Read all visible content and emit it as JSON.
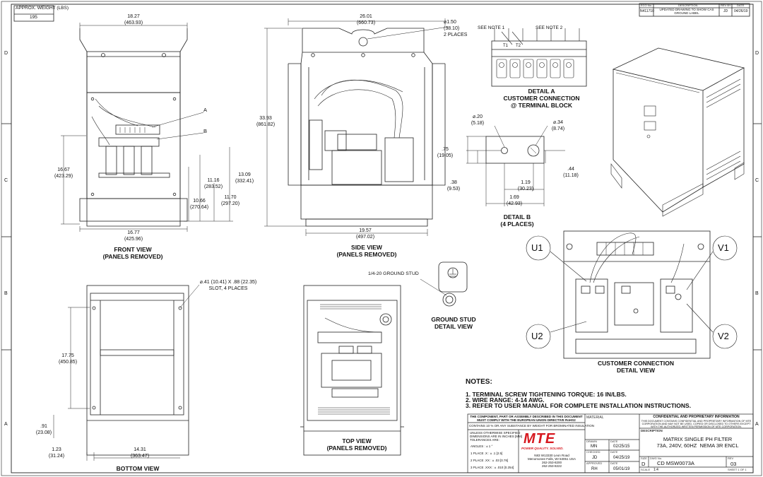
{
  "weight": {
    "label": "APPROX. WEIGHT (LBS)",
    "value": "195"
  },
  "revision_block": {
    "h_eco": "ECO No.",
    "h_desc": "DESCRIPTION",
    "h_rev_by": "REV BY",
    "h_date": "DATE",
    "eco": "N411710",
    "desc": "UPDATED DRAWING TO SHOW CAS GROUND LABEL",
    "rev_by": "JD",
    "date": "04/26/19"
  },
  "zones": {
    "rows": [
      "D",
      "C",
      "B",
      "A"
    ]
  },
  "views": {
    "front": "FRONT VIEW\n(PANELS REMOVED)",
    "side": "SIDE VIEW\n(PANELS REMOVED)",
    "bottom": "BOTTOM VIEW",
    "top": "TOP VIEW\n(PANELS REMOVED)",
    "detail_a": "DETAIL A\nCUSTOMER CONNECTION\n@ TERMINAL BLOCK",
    "detail_b": "DETAIL B\n(4 PLACES)",
    "ground": "GROUND STUD\nDETAIL VIEW",
    "customer": "CUSTOMER CONNECTION\nDETAIL VIEW"
  },
  "dims": {
    "f_width": "18.27\n(463.93)",
    "f_height": "16.67\n(423.29)",
    "f_base": "16.77\n(425.96)",
    "f_10": "10.66\n(270.64)",
    "f_11": "11.16\n(283.52)",
    "f_1170": "11.70\n(297.20)",
    "f_13": "13.09\n(332.41)",
    "s_width": "26.01\n(660.73)",
    "s_height": "33.93\n(861.82)",
    "s_base": "19.57\n(497.02)",
    "hole": "⌀1.50\n(38.10)\n2 PLACES",
    "b_height": "17.75\n(450.85)",
    "b_91": ".91\n(23.08)",
    "b_123": "1.23\n(31.24)",
    "b_1431": "14.31\n(363.47)",
    "slot": "⌀.41 (10.41) X .88 (22.35)\nSLOT, 4 PLACES",
    "d_20": "⌀.20\n(5.18)",
    "d_34": "⌀.34\n(8.74)",
    "d_75": ".75\n(19.05)",
    "d_38": ".38\n(9.53)",
    "d_44": ".44\n(11.18)",
    "d_119": "1.19\n(30.23)",
    "d_169": "1.69\n(42.93)"
  },
  "callouts": {
    "a": "A",
    "b": "B",
    "note1": "SEE NOTE 1",
    "note2": "SEE NOTE 2",
    "t1": "T1",
    "t2": "T2",
    "ground_stud": "1/4-20 GROUND STUD",
    "u1": "U1",
    "u2": "U2",
    "v1": "V1",
    "v2": "V2"
  },
  "notes": {
    "head": "NOTES:",
    "lines": [
      "1.  TERMINAL SCREW TIGHTENING TORQUE: 16 IN/LBS.",
      "2.  WIRE RANGE: 4-14 AWG.",
      "3.  REFER TO USER MANUAL FOR COMPLETE INSTALLATION INSTRUCTIONS."
    ]
  },
  "title_block": {
    "compliance": "THE COMPONENT, PART OR ASSEMBLY DESCRIBED IN THIS DOCUMENT\nMUST COMPLY WITH THE EUROPEAN UNION DIRECTIVE RoHS2",
    "contains": "CONTAINS 10 % OR ANY SUBSTANCE BY WEIGHT FOR BROMINATED INSULATION",
    "tolerances": "UNLESS OTHERWISE SPECIFIED\nDIMENSIONS ARE IN INCHES [MM]\nTOLERANCES ARE:",
    "angles": "ANGLES : ± 1 °",
    "tol1": "1 PLACE .X : ± .1 [2.5]",
    "tol2": "2 PLACE .XX : ± .03 [0.76]",
    "tol3": "3 PLACE .XXX : ± .010 [0.254]",
    "logo": "MTE",
    "tagline": "POWER QUALITY. SOLVED.",
    "address": "N83 W13330 Leon Road\nMenomonee Falls, WI 53051 USA\n262-253-8200\n262-253-8222",
    "material": "MATERIAL",
    "drawn_cap": "DRAWN",
    "drawn": "MN",
    "drawn_date": "02/25/15",
    "checked_cap": "CHECKED",
    "checked": "JD",
    "checked_date": "04/25/19",
    "approved_cap": "APPROVED",
    "approved": "RH",
    "approved_date": "05/01/19",
    "date_cap": "DATE",
    "confidential_head": "CONFIDENTIAL AND PROPRIETARY INFORMATION",
    "confidential_body": "THIS DOCUMENT CONTAINS CONFIDENTIAL AND PROPRIETARY INFORMATION OF MTE\nCORPORATION AND MAY NOT BE USED, COPIED OR DISCLOSED TO OTHERS EXCEPT\nWITH THE AUTHORIZED WRITTEN PERMISSION OF MTE CORPORATION.",
    "desc_cap": "DESCRIPTION",
    "desc": "MATRIX SINGLE PH FILTER\n73A, 240V, 60HZ  NEMA 3R ENCL",
    "size_cap": "SIZE",
    "size": "D",
    "dwg_cap": "DWG No.",
    "dwg": "CD MSW0073A",
    "rev_cap": "REV",
    "rev": "03",
    "scale_cap": "SCALE",
    "scale": "1:4",
    "sheet": "SHEET 1 OF 1"
  }
}
